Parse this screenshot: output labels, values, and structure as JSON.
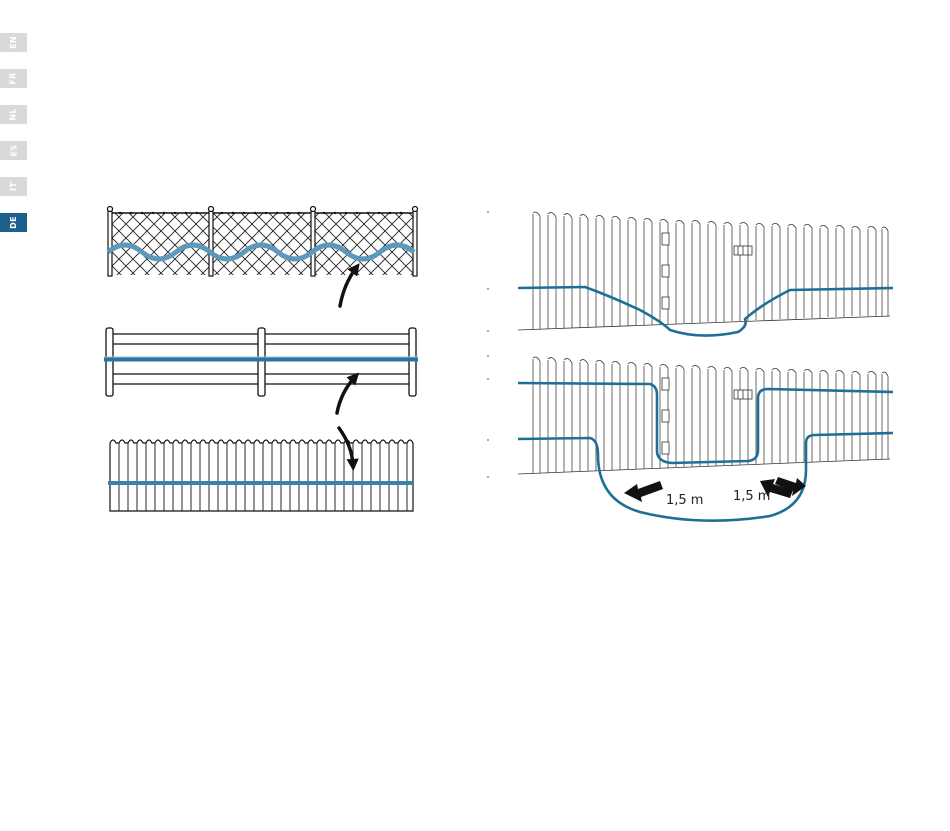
{
  "language_tabs": [
    {
      "code": "EN",
      "active": false
    },
    {
      "code": "FR",
      "active": false
    },
    {
      "code": "NL",
      "active": false
    },
    {
      "code": "ES",
      "active": false
    },
    {
      "code": "IT",
      "active": false
    },
    {
      "code": "DE",
      "active": true
    }
  ],
  "diagram": {
    "gate_distance_left": "1,5 m",
    "gate_distance_right": "1,5 m"
  },
  "colors": {
    "wire": "#1e6f98",
    "wire_light": "#6aa2c4",
    "outline": "#111111",
    "tab_inactive": "#d9d9d9",
    "tab_active": "#1f5f8b"
  }
}
